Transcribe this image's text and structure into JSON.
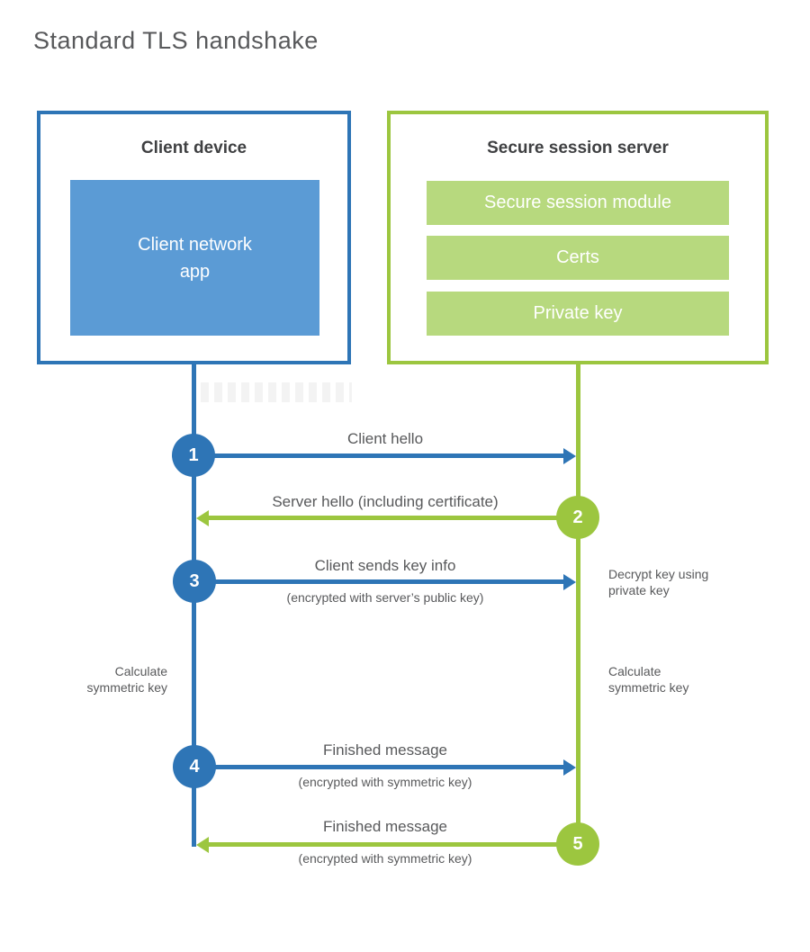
{
  "title": "Standard TLS handshake",
  "colors": {
    "blue": "#2e75b6",
    "blue_fill": "#5b9bd5",
    "green": "#9cc63f",
    "green_fill": "#b7d97e"
  },
  "client": {
    "title": "Client device",
    "app_label": "Client network\napp"
  },
  "server": {
    "title": "Secure session server",
    "modules": [
      "Secure session module",
      "Certs",
      "Private key"
    ]
  },
  "steps": [
    {
      "num": "1",
      "from": "client",
      "direction": "right",
      "label": "Client hello",
      "sublabel": ""
    },
    {
      "num": "2",
      "from": "server",
      "direction": "left",
      "label": "Server hello (including certificate)",
      "sublabel": ""
    },
    {
      "num": "3",
      "from": "client",
      "direction": "right",
      "label": "Client sends key info",
      "sublabel": "(encrypted with server’s public key)"
    },
    {
      "num": "4",
      "from": "client",
      "direction": "right",
      "label": "Finished message",
      "sublabel": "(encrypted with symmetric key)"
    },
    {
      "num": "5",
      "from": "server",
      "direction": "left",
      "label": "Finished message",
      "sublabel": "(encrypted with symmetric key)"
    }
  ],
  "annotations": {
    "decrypt_key": "Decrypt key using\nprivate key",
    "calculate_left": "Calculate\nsymmetric key",
    "calculate_right": "Calculate\nsymmetric key"
  }
}
